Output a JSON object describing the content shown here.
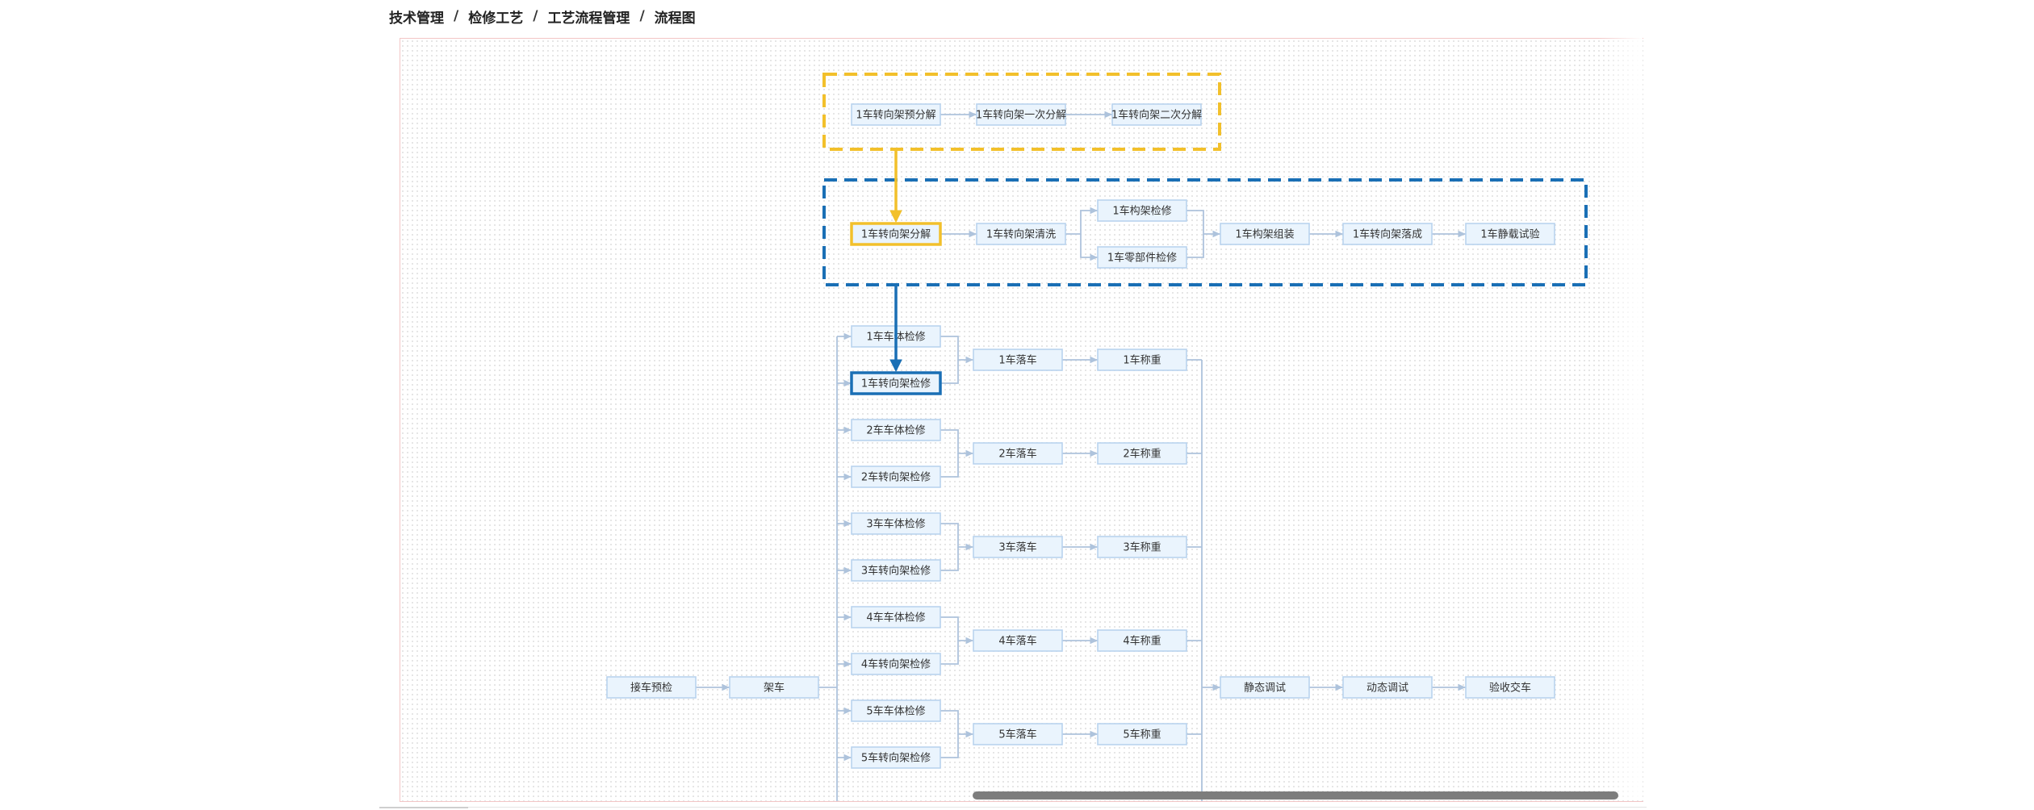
{
  "breadcrumb": {
    "items": [
      "技术管理",
      "检修工艺",
      "工艺流程管理",
      "流程图"
    ],
    "separator": "/"
  },
  "colors": {
    "node_fill": "#eaf4fd",
    "node_border": "#b9d3ee",
    "edge": "#aec3dc",
    "group_yellow": "#f2c02b",
    "group_blue": "#1a6fb5"
  },
  "nodes": [
    {
      "id": "bogie_pre",
      "label": "1车转向架预分解"
    },
    {
      "id": "bogie_first",
      "label": "1车转向架一次分解"
    },
    {
      "id": "bogie_second",
      "label": "1车转向架二次分解"
    },
    {
      "id": "bogie_disasm",
      "label": "1车转向架分解",
      "highlight": "yellow"
    },
    {
      "id": "bogie_clean",
      "label": "1车转向架清洗"
    },
    {
      "id": "frame_repair",
      "label": "1车构架检修"
    },
    {
      "id": "parts_repair",
      "label": "1车零部件检修"
    },
    {
      "id": "frame_assemble",
      "label": "1车构架组装"
    },
    {
      "id": "bogie_land",
      "label": "1车转向架落成"
    },
    {
      "id": "static_load",
      "label": "1车静载试验"
    },
    {
      "id": "car1_body",
      "label": "1车车体检修"
    },
    {
      "id": "car1_bogie",
      "label": "1车转向架检修",
      "highlight": "blue"
    },
    {
      "id": "car1_drop",
      "label": "1车落车"
    },
    {
      "id": "car1_weigh",
      "label": "1车称重"
    },
    {
      "id": "car2_body",
      "label": "2车车体检修"
    },
    {
      "id": "car2_bogie",
      "label": "2车转向架检修"
    },
    {
      "id": "car2_drop",
      "label": "2车落车"
    },
    {
      "id": "car2_weigh",
      "label": "2车称重"
    },
    {
      "id": "car3_body",
      "label": "3车车体检修"
    },
    {
      "id": "car3_bogie",
      "label": "3车转向架检修"
    },
    {
      "id": "car3_drop",
      "label": "3车落车"
    },
    {
      "id": "car3_weigh",
      "label": "3车称重"
    },
    {
      "id": "car4_body",
      "label": "4车车体检修"
    },
    {
      "id": "car4_bogie",
      "label": "4车转向架检修"
    },
    {
      "id": "car4_drop",
      "label": "4车落车"
    },
    {
      "id": "car4_weigh",
      "label": "4车称重"
    },
    {
      "id": "car5_body",
      "label": "5车车体检修"
    },
    {
      "id": "car5_bogie",
      "label": "5车转向架检修"
    },
    {
      "id": "car5_drop",
      "label": "5车落车"
    },
    {
      "id": "car5_weigh",
      "label": "5车称重"
    },
    {
      "id": "pre_check",
      "label": "接车预检"
    },
    {
      "id": "lift",
      "label": "架车"
    },
    {
      "id": "static_debug",
      "label": "静态调试"
    },
    {
      "id": "dynamic_debug",
      "label": "动态调试"
    },
    {
      "id": "handover",
      "label": "验收交车"
    }
  ]
}
